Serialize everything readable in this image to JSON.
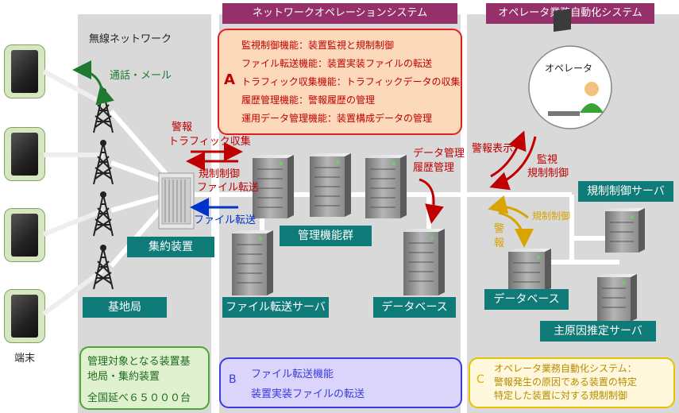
{
  "headers": {
    "wireless": "無線ネットワーク",
    "nos": "ネットワークオペレーションシステム",
    "automation": "オペレータ業務自動化システム"
  },
  "box_a": {
    "letter": "A",
    "lines": [
      "監視制御機能：装置監視と規制制御",
      "ファイル転送機能：装置実装ファイルの転送",
      "トラフィック収集機能：トラフィックデータの収集",
      "履歴管理機能：警報履歴の管理",
      "運用データ管理機能：装置構成データの管理"
    ]
  },
  "box_b": {
    "letter": "B",
    "lines": [
      "ファイル転送機能",
      "装置実装ファイルの転送"
    ]
  },
  "box_c": {
    "letter": "C",
    "lines": [
      "オペレータ業務自動化システム：",
      "警報発生の原因である装置の特定",
      "特定した装置に対する規制制御"
    ]
  },
  "box_green": {
    "lines": [
      "管理対象となる装置基",
      "地局・集約装置",
      "全国延べ６５０００台"
    ]
  },
  "labels": {
    "terminal": "端末",
    "call_mail": "通話・メール",
    "base_station": "基地局",
    "aggregator": "集約装置",
    "mgmt_group": "管理機能群",
    "file_server": "ファイル転送サーバ",
    "database_left": "データベース",
    "database_right": "データベース",
    "control_server": "規制制御サーバ",
    "root_cause_server": "主原因推定サーバ",
    "operator": "オペレータ",
    "alarm": "警報",
    "traffic": "トラフィック収集",
    "restrict_control": "規制制御",
    "file_transfer": "ファイル転送",
    "file_transfer_blue": "ファイル転送",
    "data_mgmt": "データ管理",
    "history_mgmt": "履歴管理",
    "alarm_display": "警報表示",
    "monitor": "監視",
    "monitor_control": "規制制御",
    "restrict_control_yellow": "規制制御",
    "alarm_vertical": "警報"
  },
  "colors": {
    "panel": "#d9d9d9",
    "header": "#96306a",
    "teal": "#0f7b78",
    "red": "#c00000",
    "blue": "#0033cc",
    "green_text": "#1e7a2e",
    "yellow": "#d8a400"
  }
}
